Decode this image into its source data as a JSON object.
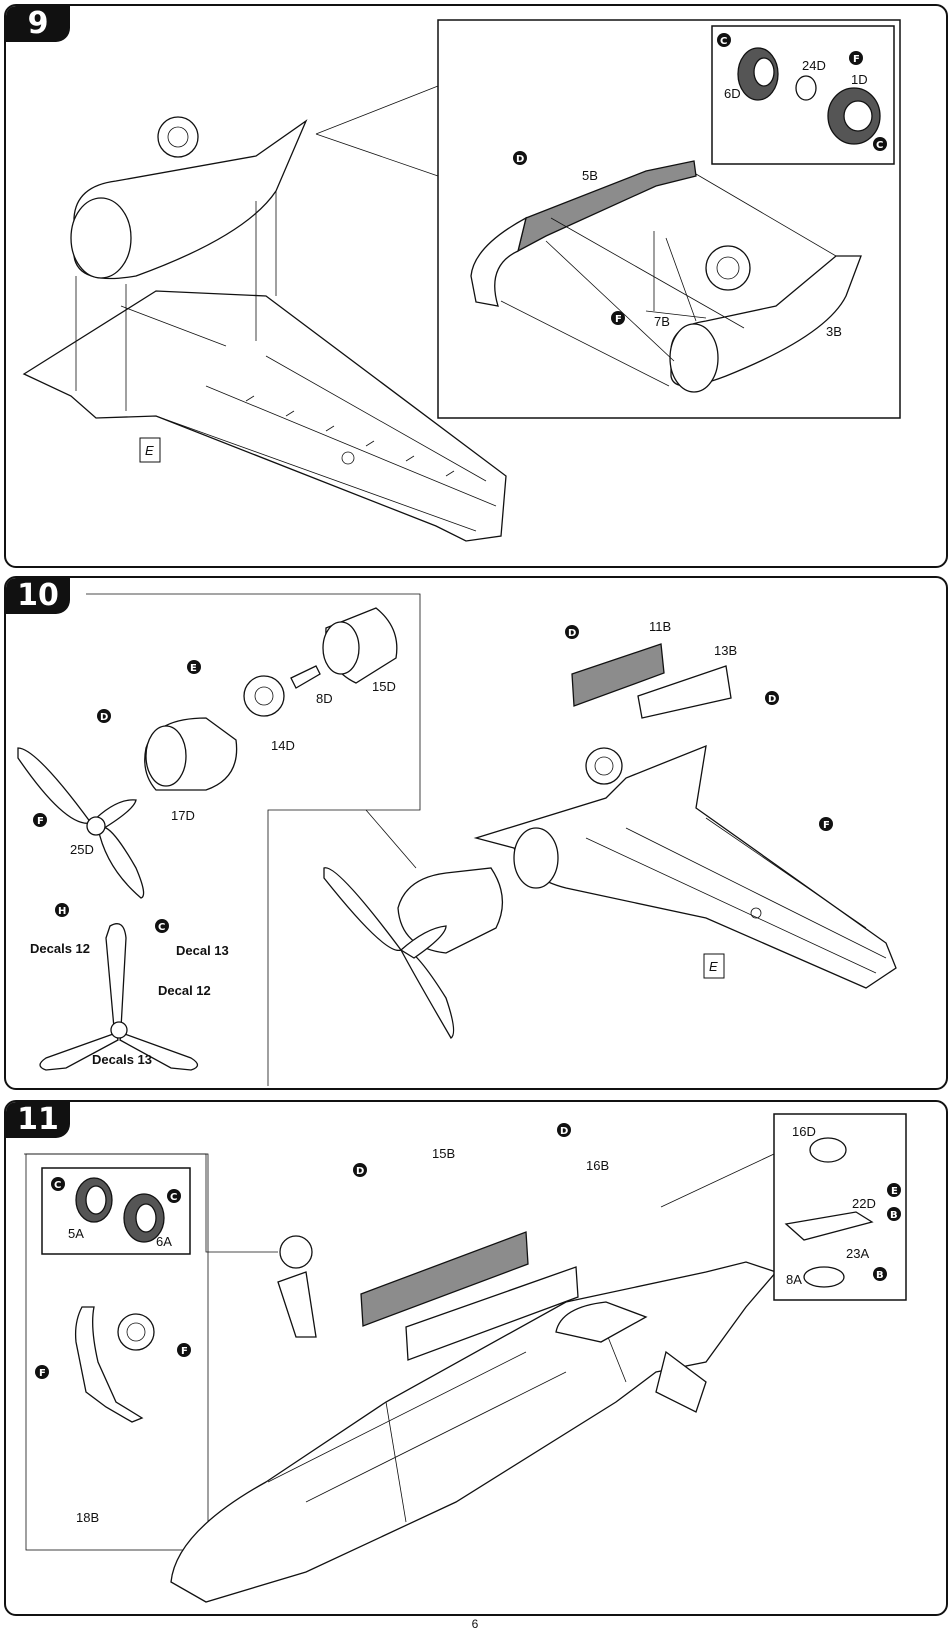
{
  "page_number": "6",
  "steps": [
    {
      "number": "9",
      "parts": [
        "5B",
        "7B",
        "3B",
        "6D",
        "24D",
        "1D"
      ],
      "callouts": [
        "C",
        "F",
        "C",
        "D",
        "F"
      ],
      "surface_label": "E"
    },
    {
      "number": "10",
      "parts": [
        "15D",
        "8D",
        "14D",
        "17D",
        "25D",
        "11B",
        "13B"
      ],
      "callouts": [
        "E",
        "D",
        "F",
        "H",
        "C",
        "D",
        "D",
        "F"
      ],
      "decal_labels": [
        "Decals 12",
        "Decal 13",
        "Decal 12",
        "Decals 13"
      ],
      "surface_label": "E"
    },
    {
      "number": "11",
      "parts": [
        "5A",
        "6A",
        "18B",
        "15B",
        "16B",
        "16D",
        "22D",
        "23A",
        "8A"
      ],
      "callouts": [
        "C",
        "C",
        "F",
        "F",
        "D",
        "D",
        "E",
        "B",
        "B"
      ]
    }
  ]
}
